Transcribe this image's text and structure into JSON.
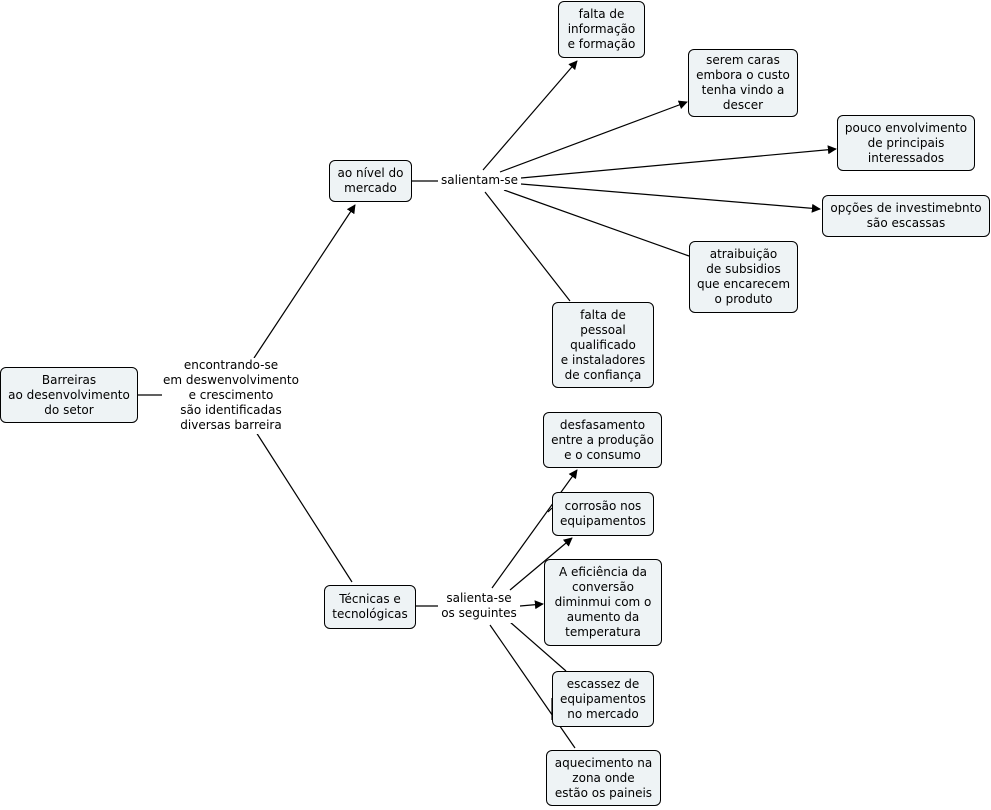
{
  "root": "Barreiras\nao desenvolvimento\ndo setor",
  "link_main": "encontrando-se\nem deswenvolvimento\ne crescimento\nsão identificadas\ndiversas barreira",
  "branch_market": {
    "label": "ao nível do\nmercado",
    "link": "salientam-se",
    "items": [
      "falta de\ninformação\ne formação",
      "serem caras\nembora o custo\ntenha vindo a\ndescer",
      "pouco envolvimento\nde principais\ninteressados",
      "opções de investimebnto\nsão escassas",
      "atraibuição\nde subsidios\nque encarecem\no produto",
      "falta de\npessoal\nqualificado\ne instaladores\nde confiança"
    ]
  },
  "branch_tech": {
    "label": "Técnicas e\ntecnológicas",
    "link": "salienta-se\nos seguintes",
    "items": [
      "desfasamento\nentre a produção\ne o consumo",
      "corrosão nos\nequipamentos",
      "A eficiência da\nconversão\ndiminmui com o\naumento da\ntemperatura",
      "escassez de\nequipamentos\nno mercado",
      "aquecimento na\nzona onde\nestão os paineis"
    ]
  }
}
